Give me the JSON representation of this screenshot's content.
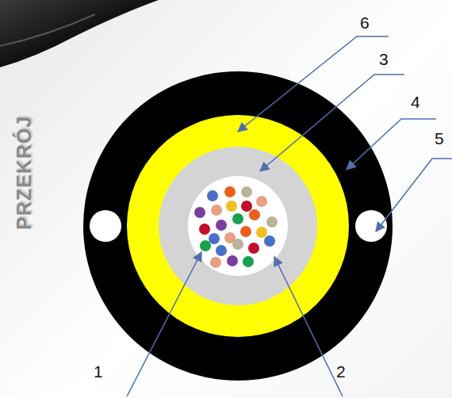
{
  "diagram": {
    "labels": [
      "PRZEKRÓJ",
      "6",
      "3",
      "4",
      "5",
      "1",
      "2"
    ]
  }
}
